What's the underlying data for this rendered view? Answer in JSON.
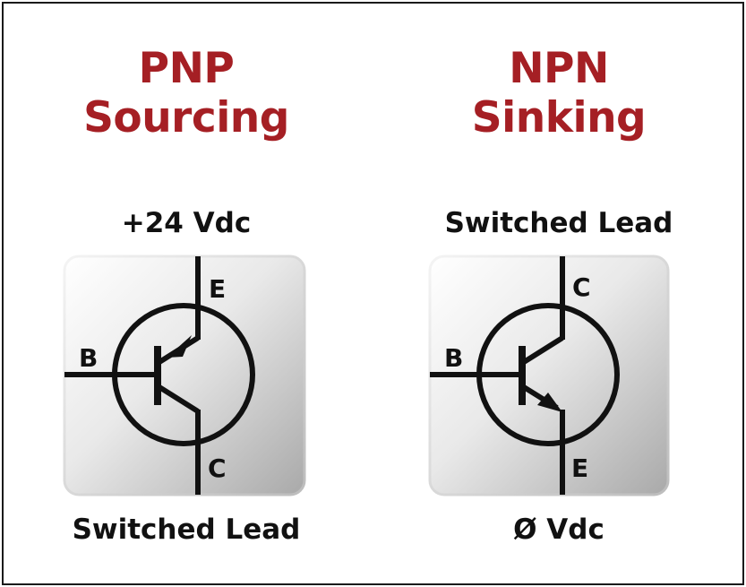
{
  "diagrams": [
    {
      "id": "pnp",
      "title_line1": "PNP",
      "title_line2": "Sourcing",
      "top_caption": "+24 Vdc",
      "bottom_caption": "Switched Lead",
      "terminals": {
        "base": "B",
        "top": "E",
        "bottom": "C"
      }
    },
    {
      "id": "npn",
      "title_line1": "NPN",
      "title_line2": "Sinking",
      "top_caption": "Switched Lead",
      "bottom_caption": "Ø Vdc",
      "terminals": {
        "base": "B",
        "top": "C",
        "bottom": "E"
      }
    }
  ],
  "colors": {
    "title": "#a51f24",
    "text": "#111111",
    "line": "#111111"
  }
}
